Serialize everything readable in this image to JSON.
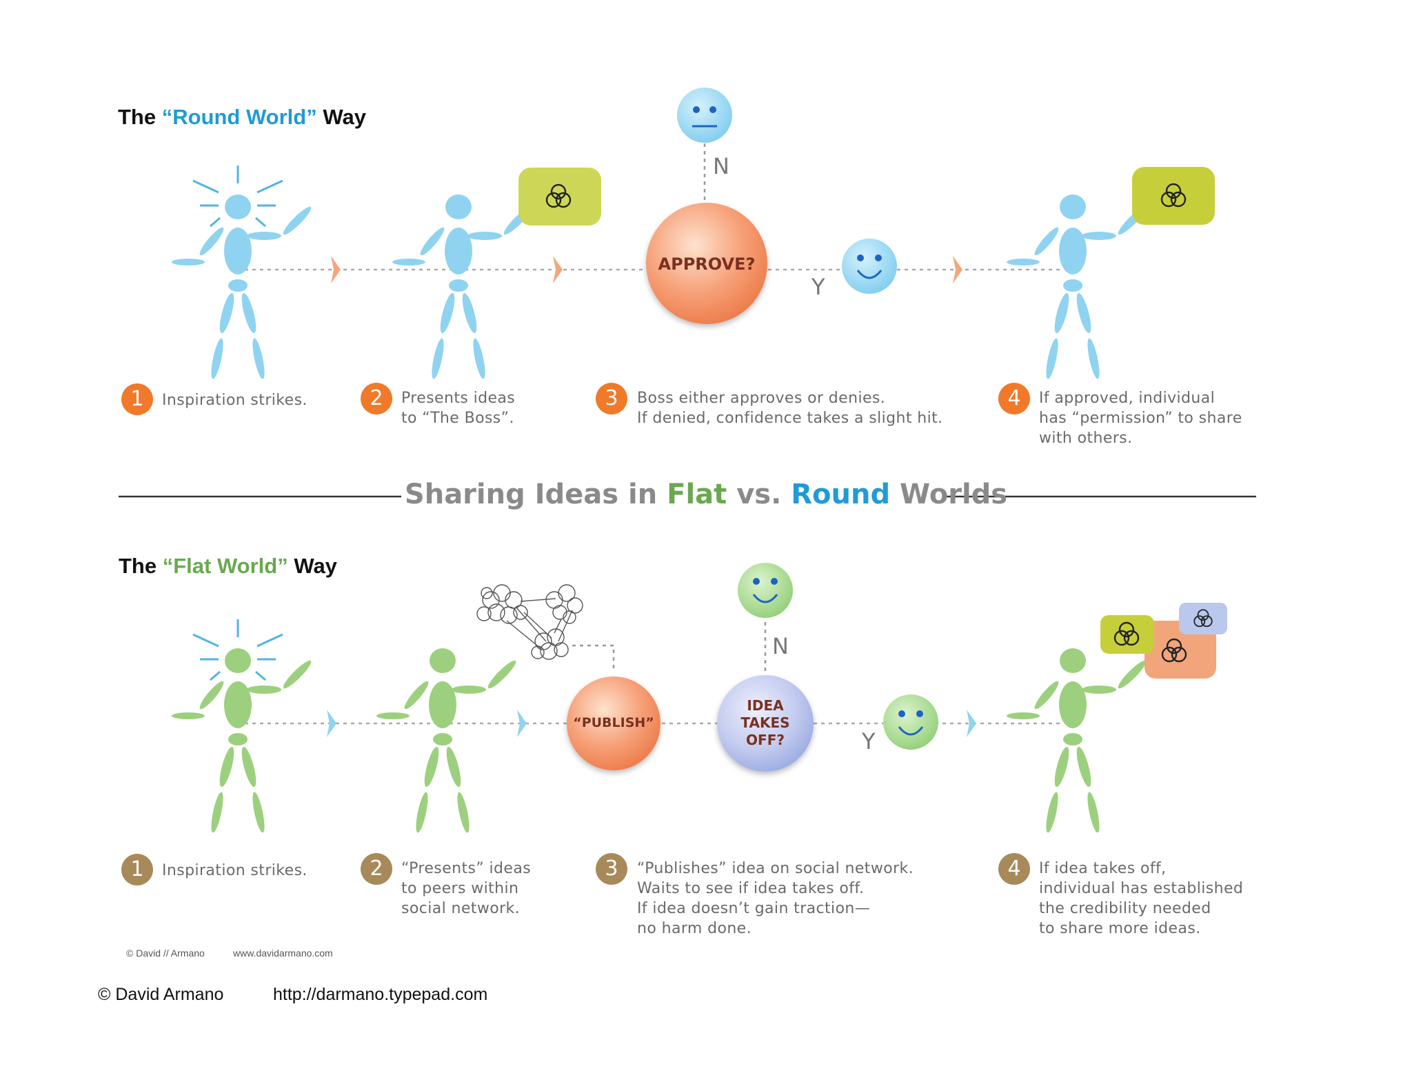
{
  "main_title": {
    "part1": "Sharing Ideas in ",
    "flat": "Flat",
    "mid": " vs. ",
    "round": "Round",
    "end": " Worlds"
  },
  "round_world": {
    "title_pre": "The ",
    "title_highlight": "“Round World”",
    "title_post": " Way",
    "decision": "APPROVE?",
    "no_label": "N",
    "yes_label": "Y",
    "steps": [
      {
        "num": "1",
        "text": "Inspiration strikes."
      },
      {
        "num": "2",
        "text": "Presents ideas\nto “The Boss”."
      },
      {
        "num": "3",
        "text": "Boss either approves or denies.\nIf denied, confidence takes a slight hit."
      },
      {
        "num": "4",
        "text": "If approved, individual\nhas “permission” to share\nwith others."
      }
    ]
  },
  "flat_world": {
    "title_pre": "The ",
    "title_highlight": "“Flat World”",
    "title_post": " Way",
    "publish": "“PUBLISH”",
    "decision": "IDEA\nTAKES\nOFF?",
    "no_label": "N",
    "yes_label": "Y",
    "steps": [
      {
        "num": "1",
        "text": "Inspiration strikes."
      },
      {
        "num": "2",
        "text": "“Presents” ideas\nto peers within\nsocial network."
      },
      {
        "num": "3",
        "text": "“Publishes” idea on social network.\nWaits to see if idea takes off.\nIf idea doesn’t gain traction—\nno harm done."
      },
      {
        "num": "4",
        "text": "If idea takes off,\nindividual has established\nthe credibility needed\nto share more ideas."
      }
    ]
  },
  "credits": {
    "small_author": "© David // Armano",
    "small_url": "www.davidarmano.com",
    "footer_author": "© David Armano",
    "footer_url": "http://darmano.typepad.com"
  },
  "colors": {
    "round_figure": "#8fd3f0",
    "flat_figure": "#9cd07e",
    "orange": "#f07a2a",
    "brown": "#a88a5a",
    "blue_accent": "#1f9bd6",
    "green_accent": "#6aa84f"
  }
}
